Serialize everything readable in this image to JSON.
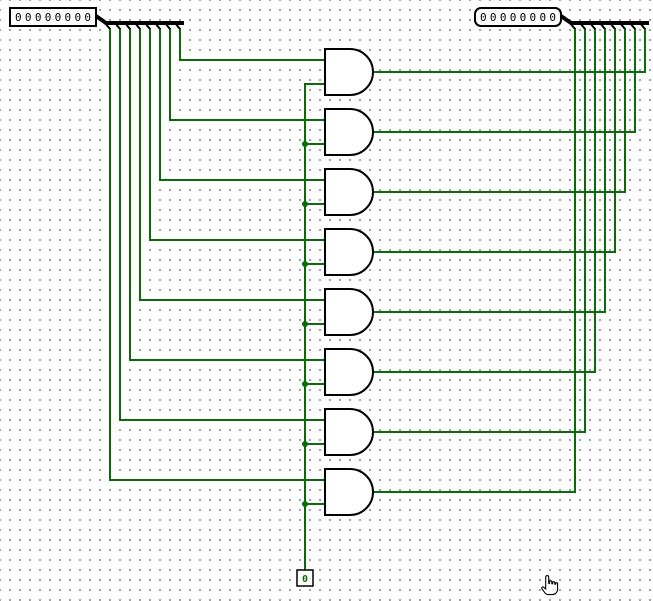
{
  "colors": {
    "wire": "#0b6b0b"
  },
  "pins": {
    "left": {
      "value": "00000000"
    },
    "right": {
      "value": "00000000"
    }
  },
  "constant": {
    "value": "0"
  },
  "gates": {
    "type": "AND",
    "count": 8
  }
}
